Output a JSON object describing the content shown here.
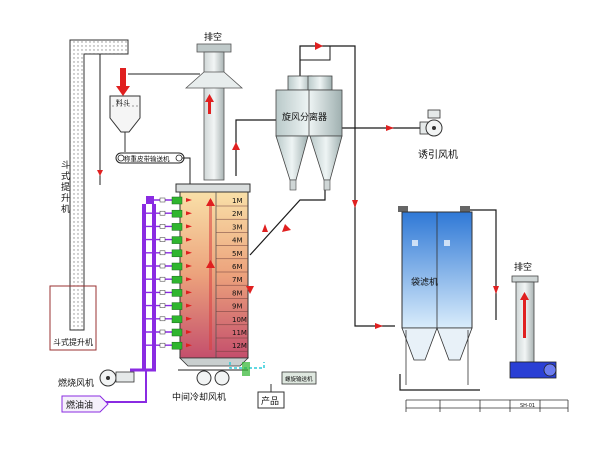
{
  "labels": {
    "exhaust_top": "排空",
    "hopper": "料斗",
    "belt_conveyor": "称重皮带输送机",
    "bucket_elevator_vertical": "斗式提升机",
    "bucket_elevator_box": "斗式提升机",
    "cyclone": "旋风分离器",
    "induced_fan": "诱引风机",
    "bag_filter": "袋滤机",
    "exhaust_right": "排空",
    "burner_fan": "燃烧风机",
    "fuel_oil": "燃油油",
    "cooling_fan": "中间冷却风机",
    "product": "产品",
    "conveyor_small": "螺旋输送机",
    "tiny_code": "SH-01"
  },
  "stages": [
    "1M",
    "2M",
    "3M",
    "4M",
    "5M",
    "6M",
    "7M",
    "8M",
    "9M",
    "10M",
    "11M",
    "12M"
  ],
  "colors": {
    "pipe": "#1a1a1a",
    "arrow": "#e02020",
    "purple": "#8a2be2",
    "furnace_top": "#f8d9a0",
    "furnace_bottom": "#c8506a",
    "bag_blue": "#4a90e2",
    "green_nozzle": "#2fb52f",
    "cyan_line": "#2ecbd8"
  }
}
